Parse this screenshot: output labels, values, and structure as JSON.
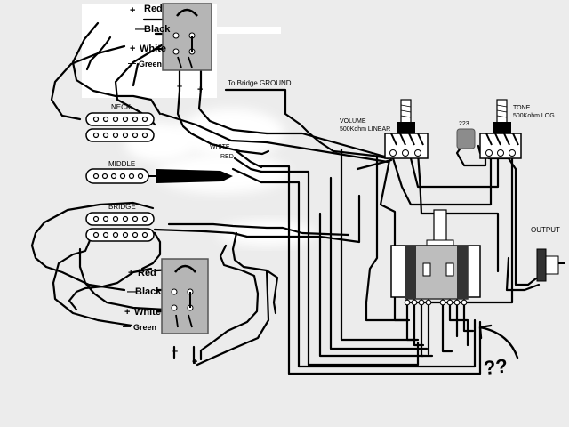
{
  "labels": {
    "neck_switch": {
      "red": "Red",
      "black": "Black",
      "white": "White",
      "green": "Green",
      "plus1": "+",
      "minus1": "—",
      "plus2": "+",
      "minus2": "—"
    },
    "bridge_switch": {
      "red": "Red",
      "black": "Black",
      "white": "White",
      "green": "Green",
      "plus1": "+",
      "minus1": "—",
      "plus2": "+",
      "minus2": "—"
    },
    "neck_pole_minus": "–",
    "neck_pole_plus": "+",
    "bridge_pole_minus": "–",
    "bridge_pole_plus": "+",
    "bridge_ground": "To Bridge GROUND",
    "neck": "NECK",
    "middle": "MIDDLE",
    "bridge": "BRIDGE",
    "middle_white": "WHITE",
    "middle_red": "RED",
    "volume_title": "VOLUME",
    "volume_spec": "500Kohm LINEAR",
    "tone_title": "TONE",
    "tone_spec": "500Kohm LOG",
    "capacitor": "223",
    "output": "OUTPUT",
    "question": "??"
  },
  "colors": {
    "background": "#ececec",
    "wire": "#000000",
    "switch_body": "#b5b5b5",
    "pickup_fill": "#ffffff",
    "cap_fill": "#8c8c8c",
    "glow": "#ffffff"
  }
}
